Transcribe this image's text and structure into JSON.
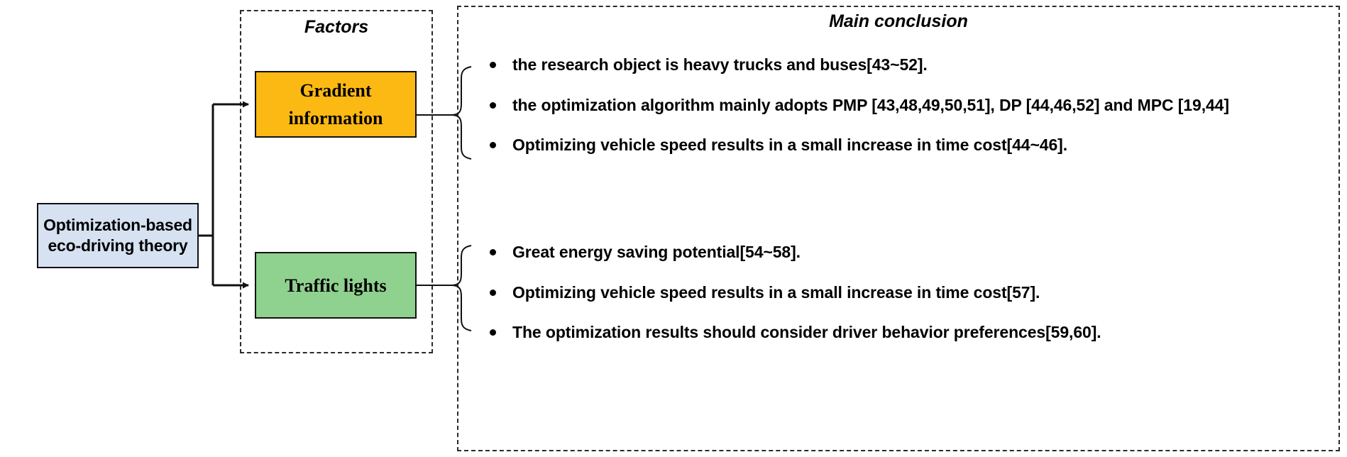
{
  "diagram": {
    "source": {
      "label_line1": "Optimization-based",
      "label_line2": "eco-driving theory",
      "fill_color": "#d6e2f2"
    },
    "panels": {
      "factors_title": "Factors",
      "conclusion_title": "Main conclusion"
    },
    "factors": [
      {
        "name": "gradient-information",
        "label_line1": "Gradient",
        "label_line2": "information",
        "fill_color": "#fdb913"
      },
      {
        "name": "traffic-lights",
        "label_line1": "Traffic lights",
        "label_line2": "",
        "fill_color": "#8fd18e"
      }
    ],
    "conclusions": {
      "gradient": [
        "the research object is heavy trucks and buses[43~52].",
        "the optimization algorithm mainly adopts PMP [43,48,49,50,51], DP [44,46,52] and MPC [19,44]",
        "Optimizing vehicle speed results in a small increase in time cost[44~46]."
      ],
      "traffic": [
        "Great energy saving potential[54~58].",
        "Optimizing vehicle speed results in a small increase in time cost[57].",
        "The optimization results should consider driver behavior preferences[59,60]."
      ]
    }
  }
}
